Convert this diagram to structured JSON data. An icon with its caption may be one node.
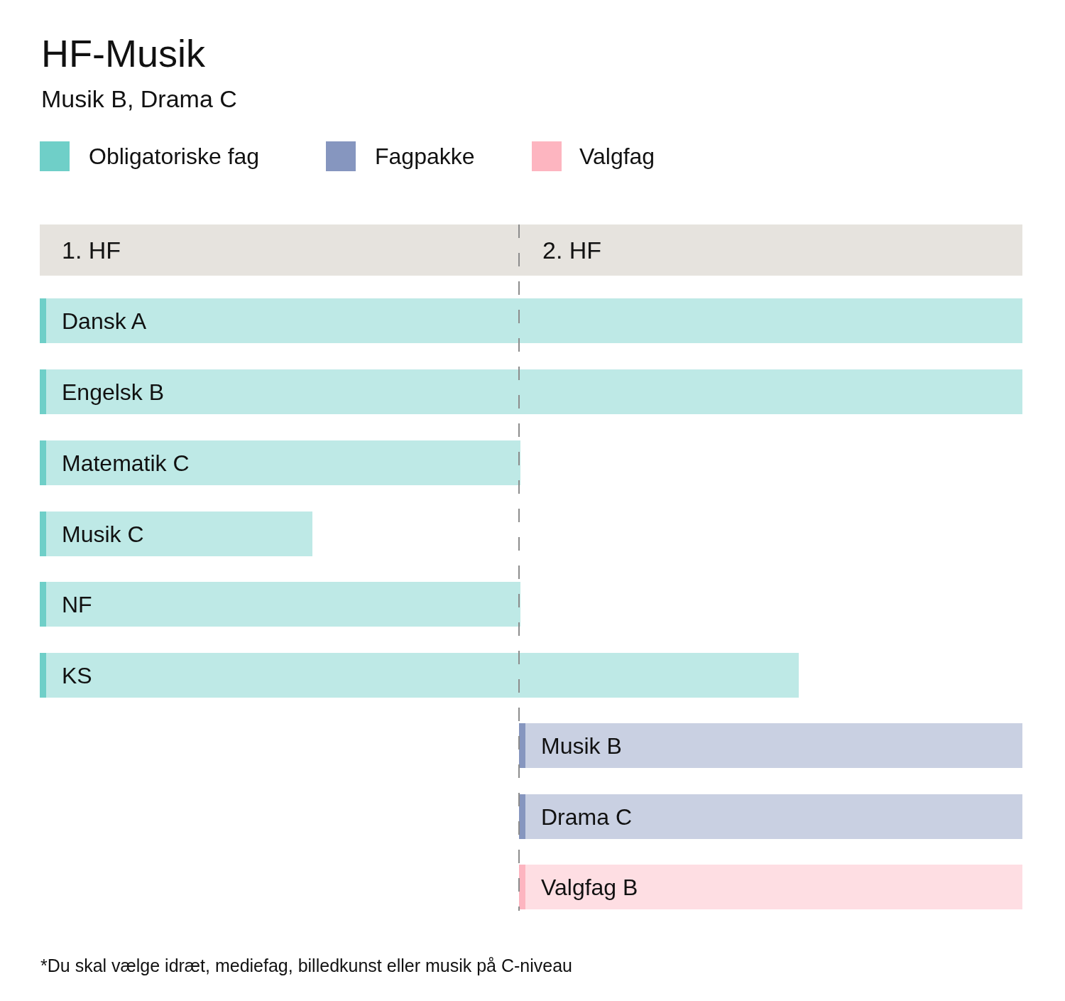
{
  "diagram": {
    "title": "HF-Musik",
    "nodes": [
      {
        "text": [
          "1. HF"
        ]
      },
      {
        "text": [
          "2. HF"
        ]
      },
      {
        "text": [
          "Dansk A"
        ]
      },
      {
        "text": [
          "Engelsk B"
        ]
      },
      {
        "text": [
          "Matematik C"
        ]
      },
      {
        "text": [
          "Musik C"
        ]
      },
      {
        "text": [
          "NF"
        ]
      },
      {
        "text": [
          "KS"
        ]
      },
      {
        "text": [
          "Musik B"
        ]
      },
      {
        "text": [
          "Drama C"
        ]
      },
      {
        "text": [
          "Valgfag B"
        ]
      }
    ],
    "labels": [
      "Musik B, Drama C",
      "*Du skal vælge idræt, mediefag, billedkunst eller musik på C-niveau"
    ],
    "legend": [
      {
        "text": "Obligatoriske fag",
        "color": "#6fcfc8"
      },
      {
        "text": "Fagpakke",
        "color": "#8696bf"
      },
      {
        "text": "Valgfag",
        "color": "#fdb5c0"
      }
    ]
  }
}
